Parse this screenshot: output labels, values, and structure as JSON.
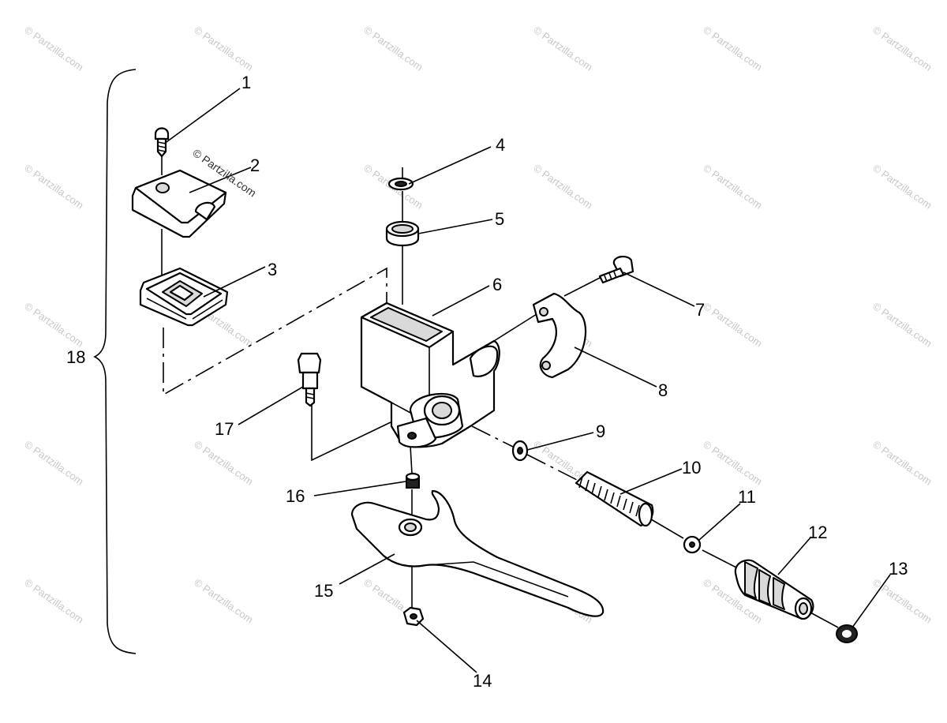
{
  "diagram": {
    "watermark": "© Partzilla.com",
    "callouts": [
      {
        "id": "1",
        "label": "1"
      },
      {
        "id": "2",
        "label": "2"
      },
      {
        "id": "3",
        "label": "3"
      },
      {
        "id": "4",
        "label": "4"
      },
      {
        "id": "5",
        "label": "5"
      },
      {
        "id": "6",
        "label": "6"
      },
      {
        "id": "7",
        "label": "7"
      },
      {
        "id": "8",
        "label": "8"
      },
      {
        "id": "9",
        "label": "9"
      },
      {
        "id": "10",
        "label": "10"
      },
      {
        "id": "11",
        "label": "11"
      },
      {
        "id": "12",
        "label": "12"
      },
      {
        "id": "13",
        "label": "13"
      },
      {
        "id": "14",
        "label": "14"
      },
      {
        "id": "15",
        "label": "15"
      },
      {
        "id": "16",
        "label": "16"
      },
      {
        "id": "17",
        "label": "17"
      },
      {
        "id": "18",
        "label": "18"
      }
    ]
  }
}
